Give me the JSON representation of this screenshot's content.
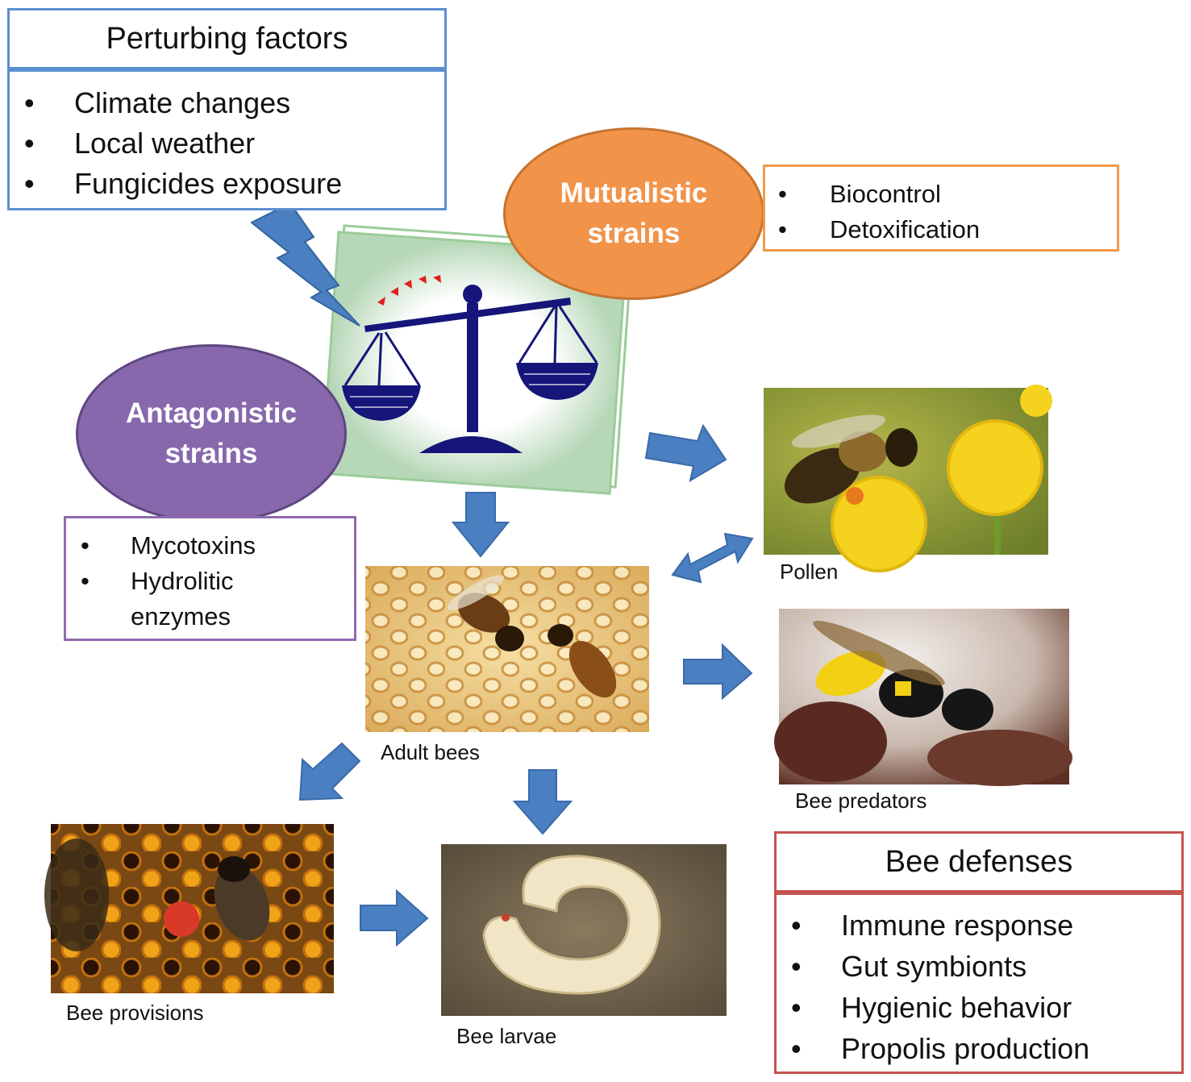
{
  "perturbing": {
    "title": "Perturbing factors",
    "items": [
      "Climate changes",
      "Local weather",
      "Fungicides exposure"
    ]
  },
  "mutualistic": {
    "label_line1": "Mutualistic",
    "label_line2": "strains",
    "items": [
      "Biocontrol",
      "Detoxification"
    ]
  },
  "antagonistic": {
    "label_line1": "Antagonistic",
    "label_line2": "strains",
    "items": [
      "Mycotoxins",
      "Hydrolitic",
      "enzymes"
    ]
  },
  "captions": {
    "pollen": "Pollen",
    "adult_bees": "Adult bees",
    "bee_predators": "Bee predators",
    "bee_provisions": "Bee provisions",
    "bee_larvae": "Bee larvae"
  },
  "defenses": {
    "title": "Bee defenses",
    "items": [
      "Immune response",
      "Gut symbionts",
      "Hygienic behavior",
      "Propolis production"
    ]
  },
  "bullet": "•",
  "colors": {
    "arrow": "#4a7fc1",
    "perturb_border": "#5b8fd1",
    "mutual_fill": "#f2934a",
    "antag_fill": "#8868ac",
    "defense_border": "#c55350",
    "scale": "#16157a"
  }
}
